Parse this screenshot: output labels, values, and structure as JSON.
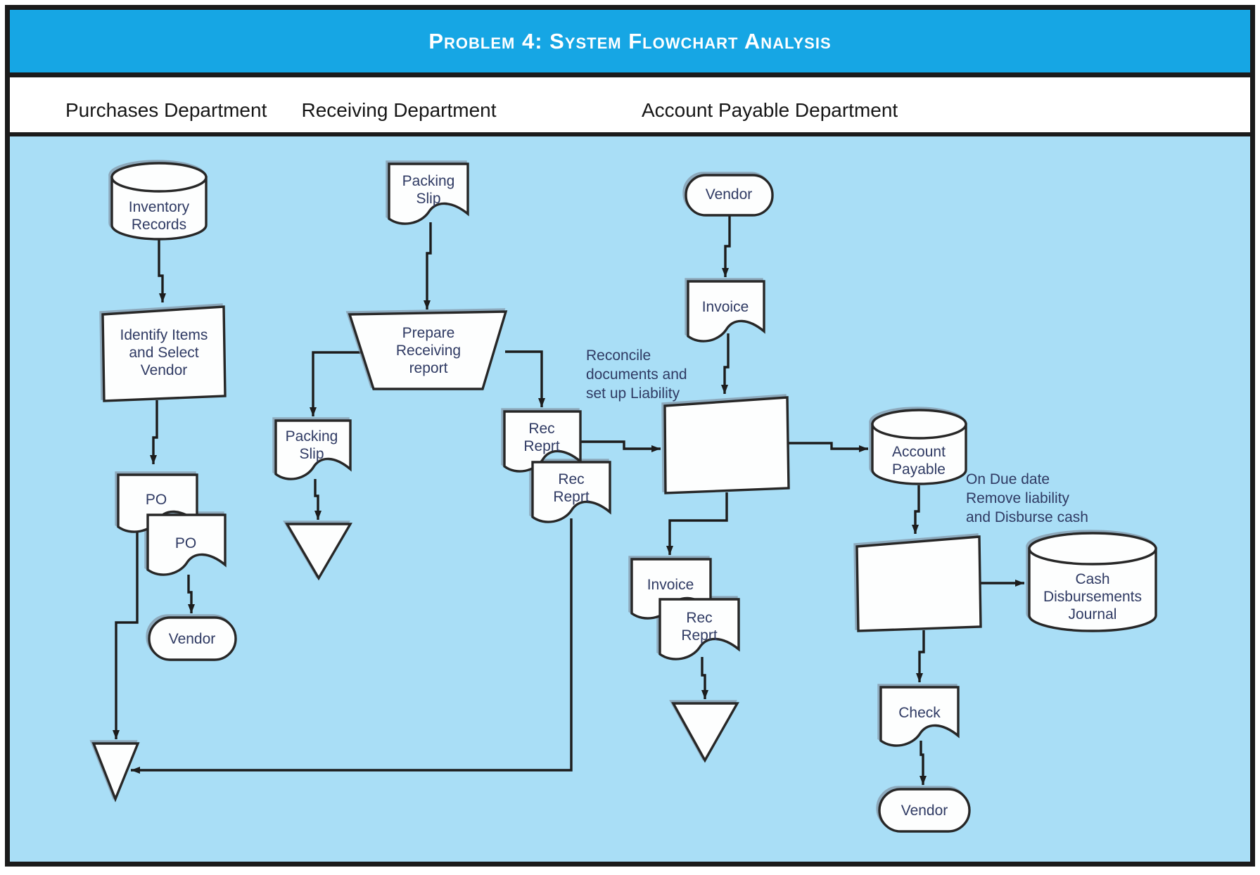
{
  "title": "Problem 4: System Flowchart Analysis",
  "departments": [
    {
      "label": "Purchases Department"
    },
    {
      "label": "Receiving Department"
    },
    {
      "label": "Account Payable Department"
    }
  ],
  "nodes": {
    "inventory_records": {
      "label": "Inventory\nRecords",
      "type": "datastore-cylinder"
    },
    "identify_items": {
      "label": "Identify Items\nand Select\nVendor",
      "type": "process-box"
    },
    "po_copy_1": {
      "label": "PO",
      "type": "document"
    },
    "po_copy_2": {
      "label": "PO",
      "type": "document"
    },
    "vendor_purchases": {
      "label": "Vendor",
      "type": "terminator"
    },
    "packing_slip": {
      "label": "Packing\nSlip",
      "type": "document"
    },
    "prepare_receiving_report": {
      "label": "Prepare\nReceiving\nreport",
      "type": "manual-operation-trapezoid"
    },
    "packing_slip_copy": {
      "label": "Packing\nSlip",
      "type": "document"
    },
    "rec_reprt_1": {
      "label": "Rec\nReprt",
      "type": "document"
    },
    "rec_reprt_2": {
      "label": "Rec\nReprt",
      "type": "document"
    },
    "vendor_ap": {
      "label": "Vendor",
      "type": "terminator"
    },
    "invoice": {
      "label": "Invoice",
      "type": "document"
    },
    "reconcile_process": {
      "label": "",
      "type": "process-box"
    },
    "account_payable": {
      "label": "Account\nPayable",
      "type": "datastore-cylinder"
    },
    "invoice_copy": {
      "label": "Invoice",
      "type": "document"
    },
    "rec_reprt_3": {
      "label": "Rec\nReprt",
      "type": "document"
    },
    "disburse_process": {
      "label": "",
      "type": "process-box"
    },
    "cash_disbursements_journal": {
      "label": "Cash\nDisbursements\nJournal",
      "type": "datastore-cylinder"
    },
    "check": {
      "label": "Check",
      "type": "document"
    },
    "vendor_ap_bottom": {
      "label": "Vendor",
      "type": "terminator"
    }
  },
  "annotations": {
    "reconcile": "Reconcile\ndocuments and\nset up Liability",
    "due_date": "On Due date\nRemove liability\nand Disburse cash"
  },
  "colors": {
    "banner": "#16a6e4",
    "canvas": "#a9def6",
    "border": "#1b1b1b",
    "label_ink": "#2f3a63"
  }
}
